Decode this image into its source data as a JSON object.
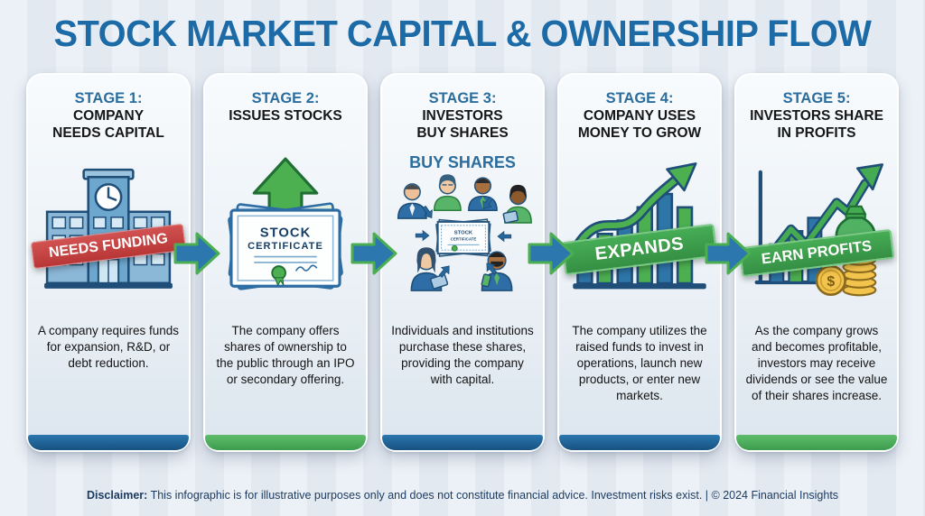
{
  "page": {
    "title": "STOCK MARKET CAPITAL & OWNERSHIP FLOW"
  },
  "colors": {
    "background": "#e8edf4",
    "title_blue": "#1c6aa6",
    "stage_label_blue": "#2a6d9e",
    "heading_black": "#161616",
    "arrow_blue": "#2b77ae",
    "arrow_green_outline": "#4cae52",
    "banner_red": "#c23c3c",
    "banner_green": "#3da04b",
    "band_blue": "#1f5f94",
    "band_green": "#47a855",
    "coin_gold": "#f3c44d"
  },
  "stages": [
    {
      "label": "STAGE 1:",
      "heading_line1": "COMPANY",
      "heading_line2": "NEEDS CAPITAL",
      "icon": "company-building-icon",
      "banner_text": "NEEDS FUNDING",
      "banner_color": "#c23c3c",
      "description": "A company requires funds for expansion, R&D, or debt reduction.",
      "footer_color": "#1f5f94"
    },
    {
      "label": "STAGE 2:",
      "heading_line1": "ISSUES STOCKS",
      "heading_line2": "",
      "icon": "stock-certificate-icon",
      "certificate_line1": "STOCK",
      "certificate_line2": "CERTIFICATE",
      "description": "The company offers shares of ownership to the public through an IPO or secondary offering.",
      "footer_color": "#47a855"
    },
    {
      "label": "STAGE 3:",
      "heading_line1": "INVESTORS",
      "heading_line2": "BUY SHARES",
      "sub_label": "BUY SHARES",
      "icon": "investors-buying-shares-icon",
      "mini_certificate_line1": "STOCK",
      "mini_certificate_line2": "CERTIFICATE",
      "description": "Individuals and institutions purchase these shares, providing the company with capital.",
      "footer_color": "#1f5f94"
    },
    {
      "label": "STAGE 4:",
      "heading_line1": "COMPANY USES",
      "heading_line2": "MONEY TO GROW",
      "icon": "growth-bar-chart-icon",
      "banner_text": "EXPANDS",
      "banner_color": "#3da04b",
      "description": "The company utilizes the raised funds to invest in operations, launch new products, or enter new markets.",
      "footer_color": "#1f5f94"
    },
    {
      "label": "STAGE 5:",
      "heading_line1": "INVESTORS SHARE",
      "heading_line2": "IN PROFITS",
      "icon": "profit-chart-money-icon",
      "banner_text": "EARN PROFITS",
      "banner_color": "#3da04b",
      "dollar_symbol": "$",
      "description": "As the company grows and becomes profitable, investors may receive dividends or see the value of their shares increase.",
      "footer_color": "#47a855"
    }
  ],
  "footer": {
    "disclaimer_label": "Disclaimer:",
    "disclaimer_text": " This infographic is for illustrative purposes only and does not constitute financial advice. Investment risks exist.",
    "copyright": "  | © 2024 Financial Insights"
  }
}
